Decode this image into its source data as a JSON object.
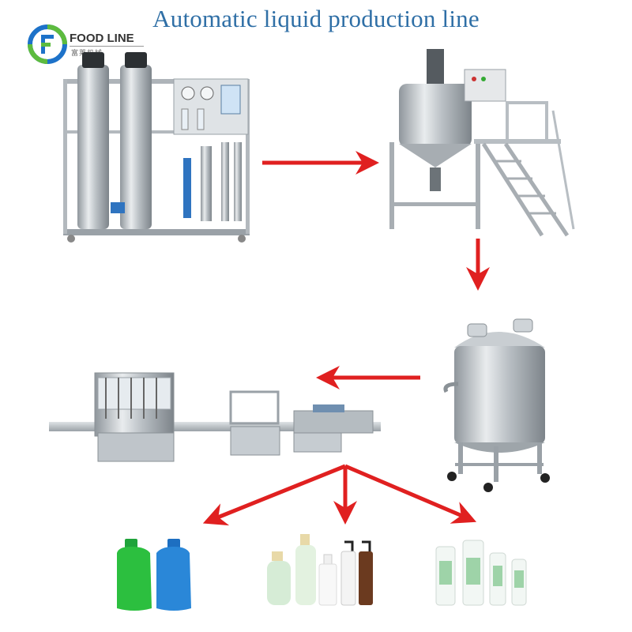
{
  "title": "Automatic liquid production line",
  "logo": {
    "name": "FOOD LINE",
    "sub": "富莱机械",
    "colors": {
      "blue": "#1d72c9",
      "green": "#5dbb3e"
    }
  },
  "stages": [
    {
      "id": "water-treatment",
      "icon": "water-treatment-machine"
    },
    {
      "id": "mixing-tank",
      "icon": "mixing-tank-platform"
    },
    {
      "id": "storage-tank",
      "icon": "storage-tank"
    },
    {
      "id": "filling-line",
      "icon": "filling-capping-labeling-line"
    }
  ],
  "products": [
    {
      "id": "detergent-bottles",
      "icon": "detergent-bottles"
    },
    {
      "id": "cosmetic-bottles",
      "icon": "cosmetic-bottles"
    },
    {
      "id": "pump-bottles",
      "icon": "pump-bottles"
    }
  ],
  "arrow_color": "#e02020"
}
